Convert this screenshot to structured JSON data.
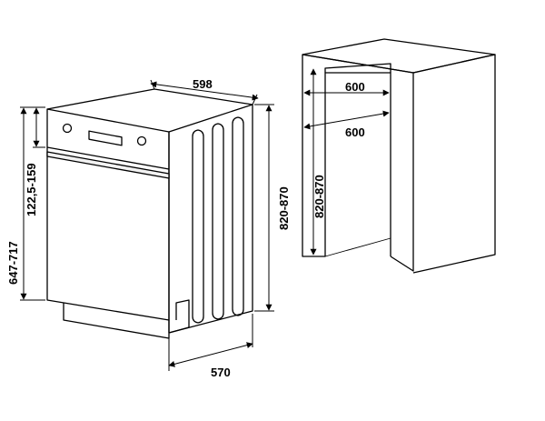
{
  "dimensions": {
    "dishwasher_width": "598",
    "dishwasher_depth": "570",
    "dishwasher_height": "820-870",
    "panel_height_range": "647-717",
    "control_panel_height": "122,5-159",
    "niche_width_top": "600",
    "niche_width_inner": "600",
    "niche_height": "820-870"
  },
  "colors": {
    "line": "#000000",
    "background": "#ffffff"
  }
}
